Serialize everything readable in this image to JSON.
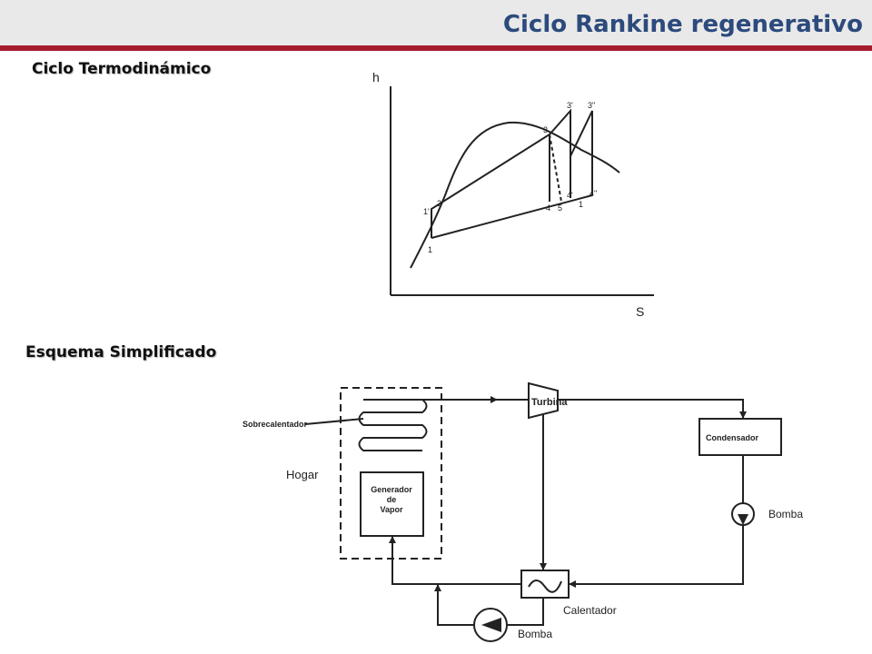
{
  "header": {
    "title": "Ciclo Rankine regenerativo",
    "accent_color": "#a51d2d",
    "title_color": "#2c4a7c"
  },
  "sections": {
    "cycle_heading": "Ciclo Termodinámico",
    "scheme_heading": "Esquema Simplificado"
  },
  "hs_diagram": {
    "y_axis_label": "h",
    "x_axis_label": "S",
    "state_labels": [
      "1",
      "1'",
      "2",
      "3",
      "3'",
      "3\"",
      "4",
      "5",
      "4'",
      "1",
      "4\""
    ]
  },
  "schematic": {
    "turbine": "Turbina",
    "condenser": "Condensador",
    "pump_top": "Bomba",
    "superheater": "Sobrecalentador",
    "furnace": "Hogar",
    "generator_line1": "Generador",
    "generator_line2": "de",
    "generator_line3": "Vapor",
    "heater": "Calentador",
    "pump_bottom": "Bomba"
  }
}
